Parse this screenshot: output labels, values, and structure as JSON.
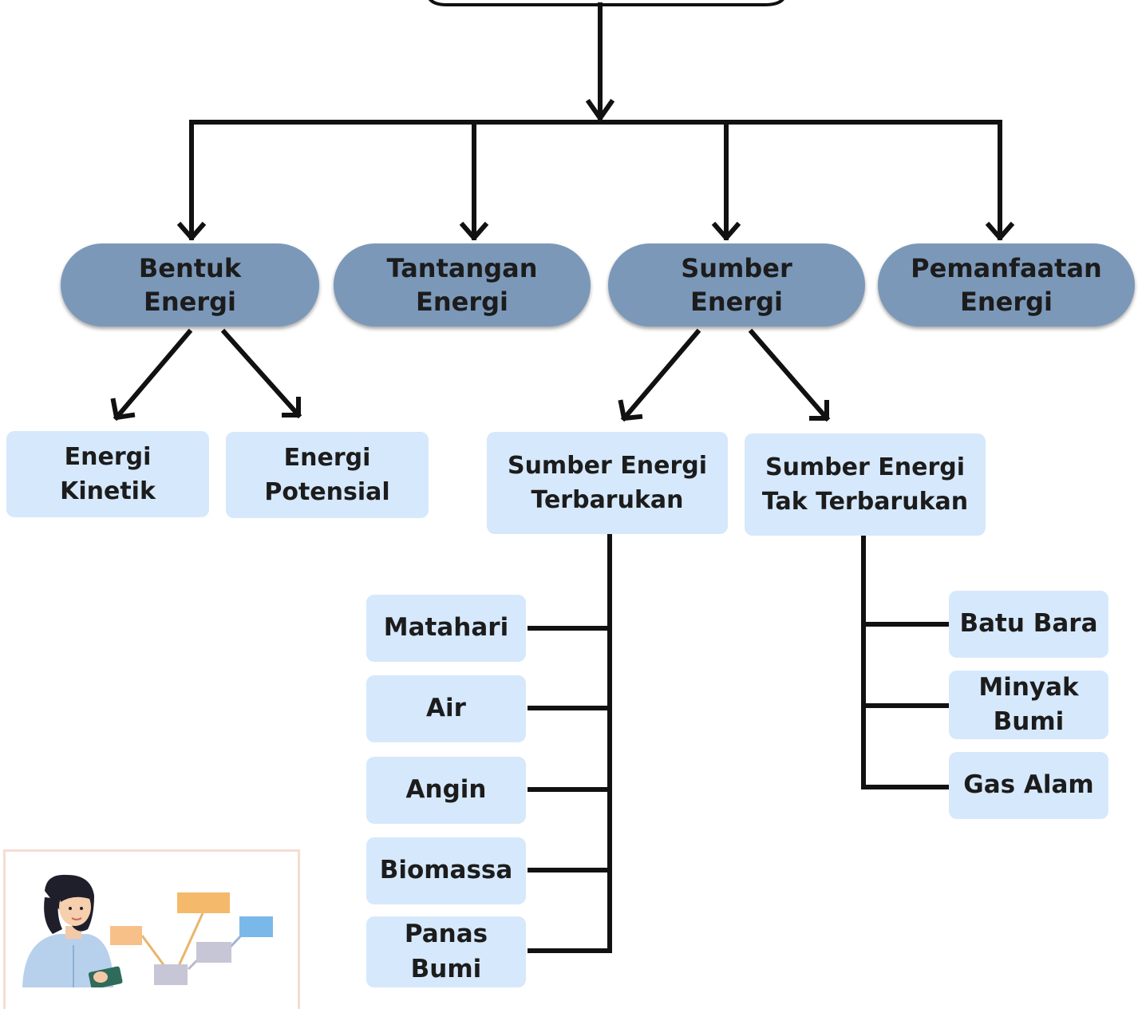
{
  "level1": [
    {
      "label": "Bentuk\nEnergi"
    },
    {
      "label": "Tantangan\nEnergi"
    },
    {
      "label": "Sumber\nEnergi"
    },
    {
      "label": "Pemanfaatan\nEnergi"
    }
  ],
  "bentuk_children": [
    {
      "label": "Energi\nKinetik"
    },
    {
      "label": "Energi\nPotensial"
    }
  ],
  "sumber_children": [
    {
      "label": "Sumber Energi\nTerbarukan"
    },
    {
      "label": "Sumber Energi\nTak Terbarukan"
    }
  ],
  "terbarukan_items": [
    {
      "label": "Matahari"
    },
    {
      "label": "Air"
    },
    {
      "label": "Angin"
    },
    {
      "label": "Biomassa"
    },
    {
      "label": "Panas\nBumi"
    }
  ],
  "tak_terbarukan_items": [
    {
      "label": "Batu Bara"
    },
    {
      "label": "Minyak\nBumi"
    },
    {
      "label": "Gas Alam"
    }
  ],
  "colors": {
    "pill": "#7b98b9",
    "box": "#d6e8fb",
    "line": "#111111"
  }
}
